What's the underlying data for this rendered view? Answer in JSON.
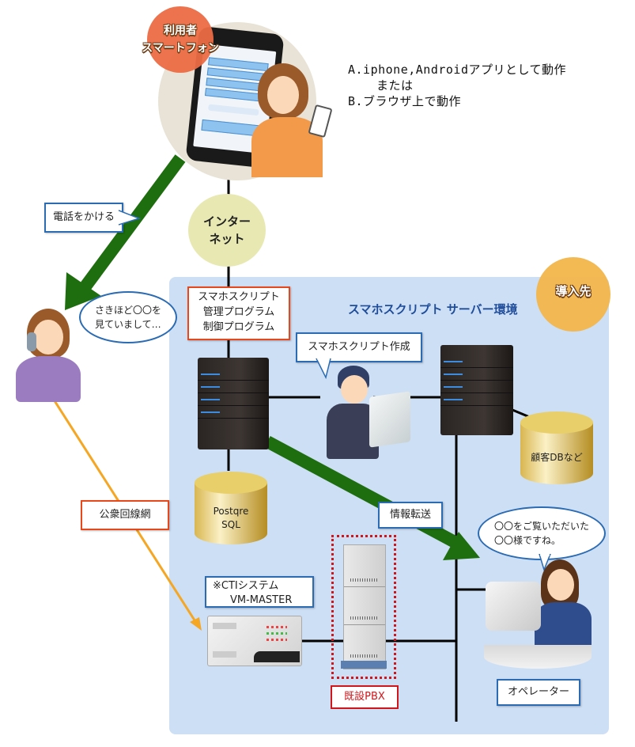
{
  "diagram": {
    "title": "スマホスクリプト システム構成図",
    "user_badge": {
      "line1": "利用者",
      "line2": "スマートフォン",
      "color": "#ec6b45"
    },
    "feature_note": {
      "line1": "A.iphone,Androidアプリとして動作",
      "line2": "または",
      "line3": "B.ブラウザ上で動作"
    },
    "internet": {
      "line1": "インター",
      "line2": "ネット",
      "color": "#e8e9b2"
    },
    "call_label": "電話をかける",
    "caller_speech": {
      "line1": "さきほど〇〇を",
      "line2": "見ていまして…"
    },
    "public_network_label": "公衆回線網",
    "environment": {
      "title": "スマホスクリプト サーバー環境",
      "badge": "導入先",
      "badge_color": "#f2b54a",
      "panel_color": "#cddff5"
    },
    "server_program_label": {
      "line1": "スマホスクリプト",
      "line2": "管理プログラム",
      "line3": "制御プログラム"
    },
    "script_creation_label": "スマホスクリプト作成",
    "db_postgres": {
      "line1": "Postqre",
      "line2": "SQL"
    },
    "db_customer": "顧客DBなど",
    "info_transfer_label": "情報転送",
    "cti_label": {
      "line1": "※CTIシステム",
      "line2": "VM-MASTER"
    },
    "pbx_label": "既設PBX",
    "operator_speech": {
      "line1": "〇〇をご覧いただいた",
      "line2": "〇〇様ですね。"
    },
    "operator_label": "オペレーター",
    "colors": {
      "arrow_green": "#1e6e0f",
      "line_orange": "#f5a623",
      "label_border_blue": "#2a6bb3",
      "label_border_red": "#e8461b",
      "pbx_border": "#d0161b"
    }
  }
}
